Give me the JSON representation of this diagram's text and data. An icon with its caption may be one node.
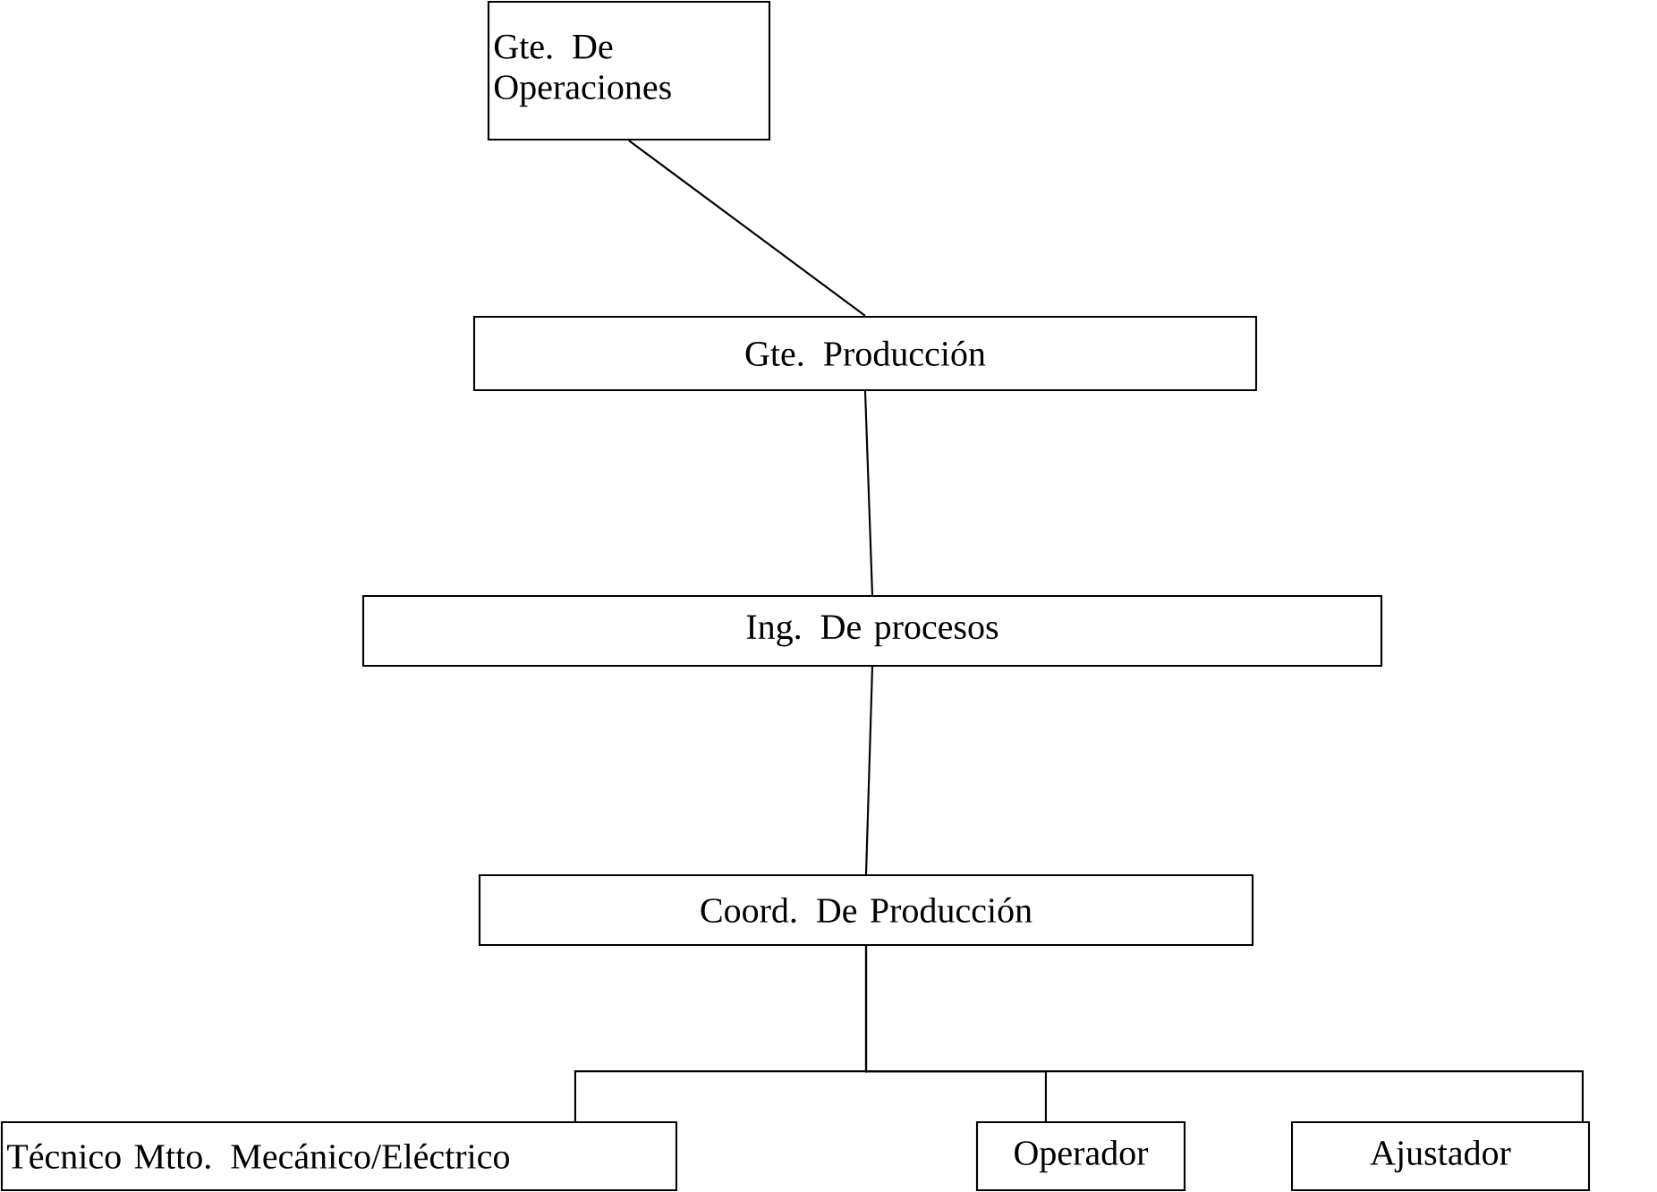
{
  "diagram": {
    "nodes": [
      {
        "text": [
          "Gte. De Operaciones"
        ]
      },
      {
        "text": [
          "Gte. Producción"
        ]
      },
      {
        "text": [
          "Ing. De procesos"
        ]
      },
      {
        "text": [
          "Coord. De Producción"
        ]
      },
      {
        "text": [
          "Técnico Mtto. Mecánico/Eléctrico"
        ]
      },
      {
        "text": [
          "Operador"
        ]
      },
      {
        "text": [
          "Ajustador"
        ]
      }
    ],
    "edges": [
      {
        "from": 0,
        "to": 1,
        "arrow": "none"
      },
      {
        "from": 1,
        "to": 2,
        "arrow": "none"
      },
      {
        "from": 2,
        "to": 3,
        "arrow": "none"
      },
      {
        "from": 3,
        "to": 4,
        "arrow": "none"
      },
      {
        "from": 3,
        "to": 5,
        "arrow": "none"
      },
      {
        "from": 3,
        "to": 6,
        "arrow": "none"
      }
    ]
  }
}
